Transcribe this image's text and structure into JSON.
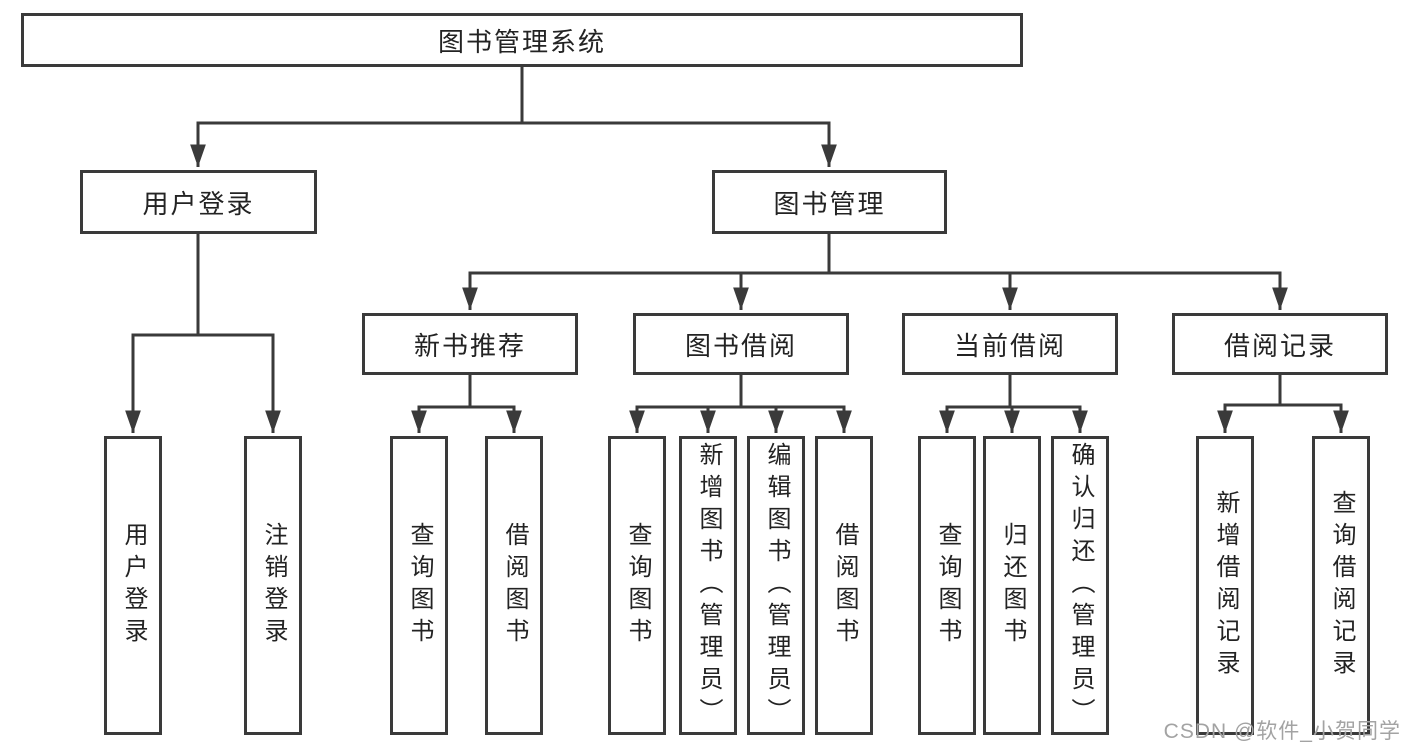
{
  "tree": {
    "root": {
      "label": "图书管理系统"
    },
    "branches": [
      {
        "label": "用户登录",
        "children": [
          {
            "label": "用户登录"
          },
          {
            "label": "注销登录"
          }
        ]
      },
      {
        "label": "图书管理",
        "sections": [
          {
            "label": "新书推荐",
            "children": [
              {
                "label": "查询图书"
              },
              {
                "label": "借阅图书"
              }
            ]
          },
          {
            "label": "图书借阅",
            "children": [
              {
                "label": "查询图书"
              },
              {
                "label": "新增图书（管理员）"
              },
              {
                "label": "编辑图书（管理员）"
              },
              {
                "label": "借阅图书"
              }
            ]
          },
          {
            "label": "当前借阅",
            "children": [
              {
                "label": "查询图书"
              },
              {
                "label": "归还图书"
              },
              {
                "label": "确认归还（管理员）"
              }
            ]
          },
          {
            "label": "借阅记录",
            "children": [
              {
                "label": "新增借阅记录"
              },
              {
                "label": "查询借阅记录"
              }
            ]
          }
        ]
      }
    ]
  },
  "watermark": {
    "text": "CSDN @软件_小贺同学"
  },
  "colors": {
    "line": "#3a3a3a",
    "box_border": "#3a3a3a",
    "box_fill": "#ffffff",
    "text": "#232323",
    "watermark": "#a3a3a3",
    "background": "#ffffff"
  }
}
